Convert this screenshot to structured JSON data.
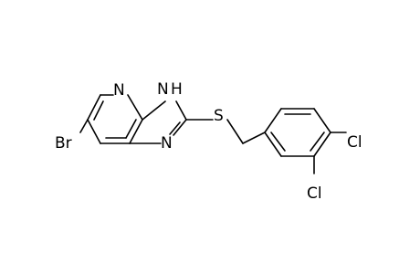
{
  "molecule": {
    "atoms": {
      "br": "Br",
      "n_pyridine": "N",
      "nh": "H",
      "n_imidazole_nh": "N",
      "n_imidazole": "N",
      "s": "S",
      "cl_para": "Cl",
      "cl_meta": "Cl"
    }
  }
}
